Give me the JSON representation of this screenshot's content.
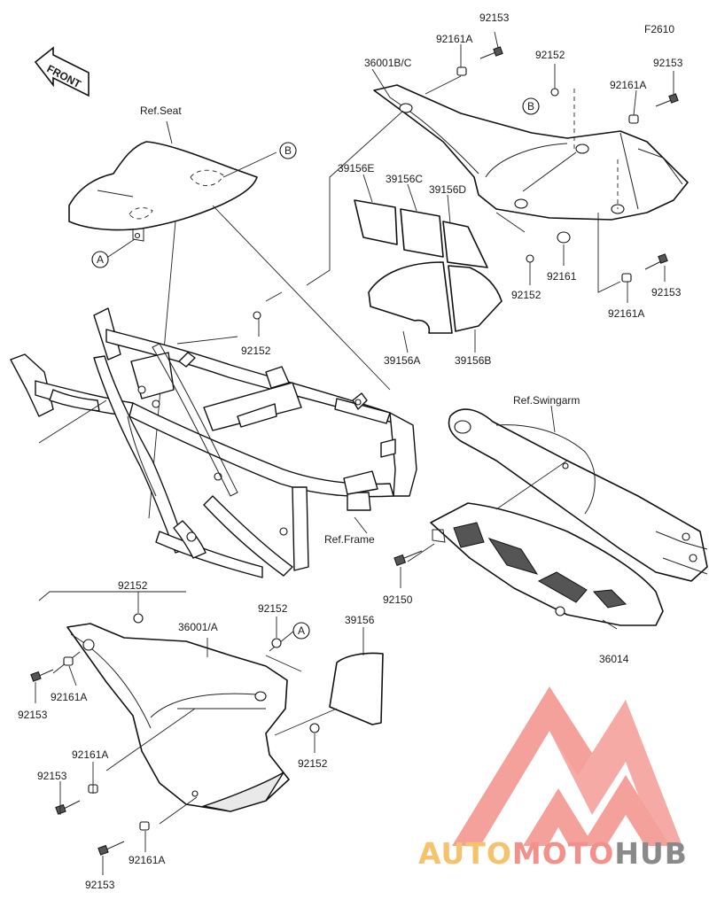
{
  "figure_code": "F2610",
  "front_label": "FRONT",
  "refs": {
    "seat": "Ref.Seat",
    "swingarm": "Ref.Swingarm",
    "frame": "Ref.Frame"
  },
  "callouts": {
    "a": "A",
    "b": "B"
  },
  "parts": {
    "p92153": "92153",
    "p92161A": "92161A",
    "p36001BC": "36001B/C",
    "p92152": "92152",
    "p39156E": "39156E",
    "p39156C": "39156C",
    "p39156D": "39156D",
    "p92161": "92161",
    "p39156A": "39156A",
    "p39156B": "39156B",
    "p92150": "92150",
    "p36014": "36014",
    "p36001A": "36001/A",
    "p39156": "39156"
  },
  "watermark": {
    "auto": "AUTO",
    "moto": "MOTO",
    "hub": "HUB",
    "colors": {
      "auto": "#f6c36d",
      "moto": "#f3908a",
      "hub": "#8a8a8a",
      "logo": "#f3908a"
    }
  }
}
